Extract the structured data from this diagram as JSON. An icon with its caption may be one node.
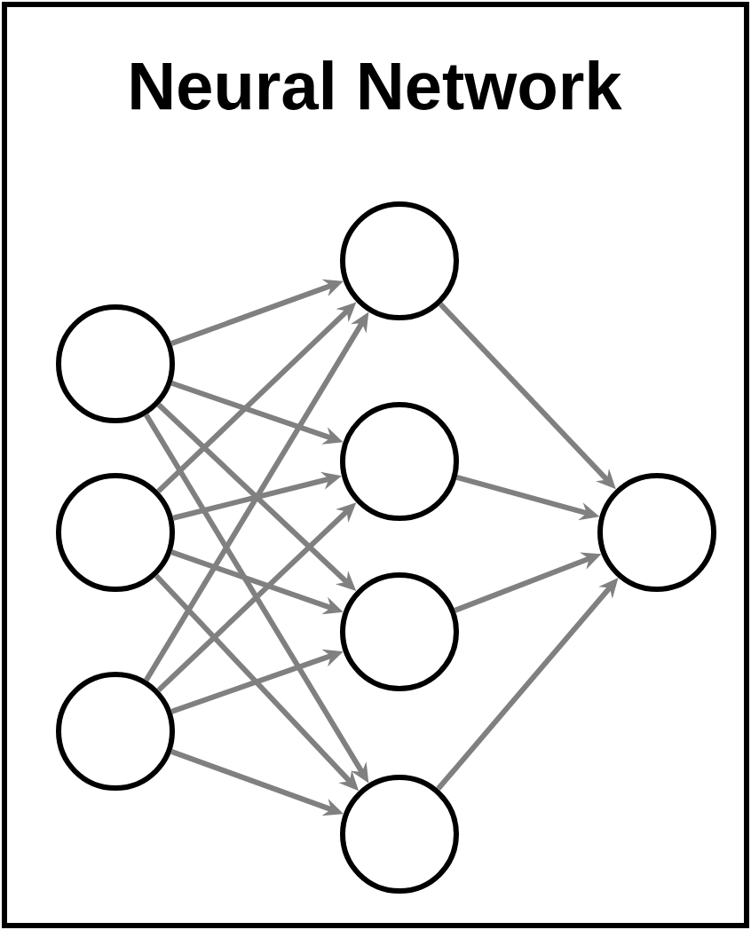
{
  "diagram": {
    "title": "Neural Network",
    "nodes": [
      {
        "text": [],
        "shape": "circle"
      },
      {
        "text": [],
        "shape": "circle"
      },
      {
        "text": [],
        "shape": "circle"
      },
      {
        "text": [],
        "shape": "circle"
      },
      {
        "text": [],
        "shape": "circle"
      },
      {
        "text": [],
        "shape": "circle"
      },
      {
        "text": [],
        "shape": "circle"
      },
      {
        "text": [],
        "shape": "circle"
      }
    ],
    "edges": [
      {
        "from": 0,
        "to": 3,
        "arrow": "to"
      },
      {
        "from": 0,
        "to": 4,
        "arrow": "to"
      },
      {
        "from": 0,
        "to": 5,
        "arrow": "to"
      },
      {
        "from": 0,
        "to": 6,
        "arrow": "to"
      },
      {
        "from": 1,
        "to": 3,
        "arrow": "to"
      },
      {
        "from": 1,
        "to": 4,
        "arrow": "to"
      },
      {
        "from": 1,
        "to": 5,
        "arrow": "to"
      },
      {
        "from": 1,
        "to": 6,
        "arrow": "to"
      },
      {
        "from": 2,
        "to": 3,
        "arrow": "to"
      },
      {
        "from": 2,
        "to": 4,
        "arrow": "to"
      },
      {
        "from": 2,
        "to": 5,
        "arrow": "to"
      },
      {
        "from": 2,
        "to": 6,
        "arrow": "to"
      },
      {
        "from": 3,
        "to": 7,
        "arrow": "to"
      },
      {
        "from": 4,
        "to": 7,
        "arrow": "to"
      },
      {
        "from": 5,
        "to": 7,
        "arrow": "to"
      },
      {
        "from": 6,
        "to": 7,
        "arrow": "to"
      }
    ]
  }
}
